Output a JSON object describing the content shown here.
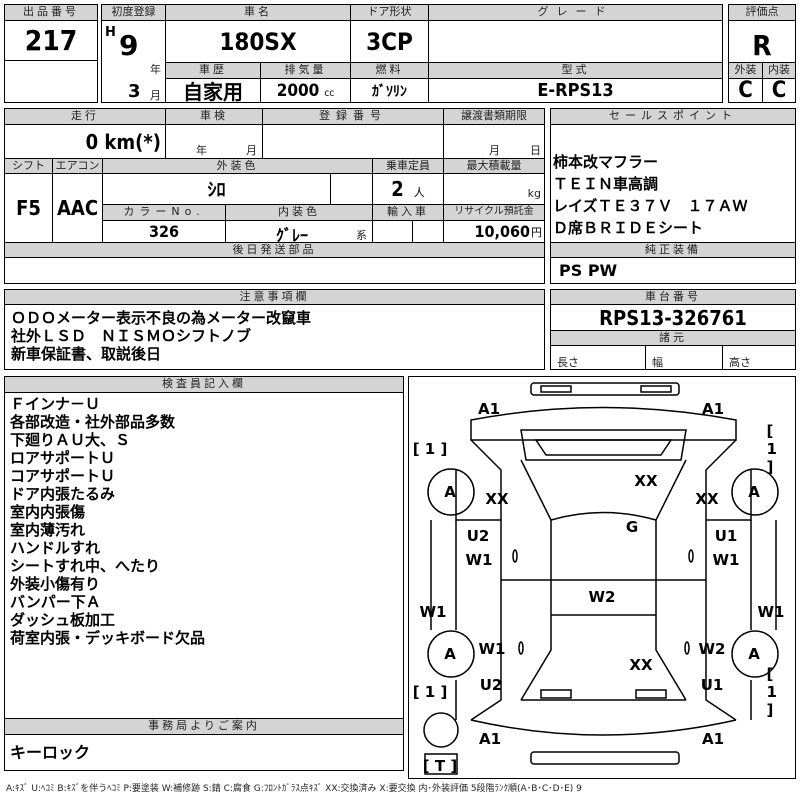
{
  "header": {
    "lot_label": "出品番号",
    "lot": "217",
    "first_reg_label": "初度登録",
    "era": "H",
    "year": "9",
    "year_unit": "年",
    "month": "3",
    "month_unit": "月",
    "car_name_label": "車名",
    "car_name": "180SX",
    "door_label": "ドア形状",
    "door": "3CP",
    "grade_label": "グレード",
    "grade": "",
    "history_label": "車歴",
    "history": "自家用",
    "displacement_label": "排気量",
    "displacement": "2000",
    "displacement_unit": "cc",
    "fuel_label": "燃料",
    "fuel": "ｶﾞｿﾘﾝ",
    "model_label": "型式",
    "model": "E-RPS13",
    "score_label": "評価点",
    "score": "R",
    "exterior_label": "外装",
    "exterior": "C",
    "interior_label": "内装",
    "interior": "C"
  },
  "details": {
    "mileage_label": "走行",
    "mileage": "0 km(*)",
    "inspection_label": "車検",
    "inspection_year_unit": "年",
    "inspection_month_unit": "月",
    "reg_no_label": "登録番号",
    "transfer_label": "譲渡書類期限",
    "transfer_month_unit": "月",
    "transfer_day_unit": "日",
    "shift_label": "シフト",
    "shift": "F5",
    "ac_label": "エアコン",
    "ac": "AAC",
    "ext_color_label": "外装色",
    "ext_color": "ｼﾛ",
    "capacity_label": "乗車定員",
    "capacity": "2",
    "capacity_unit": "人",
    "max_load_label": "最大積載量",
    "max_load_unit": "kg",
    "color_no_label": "カラーNo.",
    "color_no": "326",
    "int_color_label": "内装色",
    "int_color": "ｸﾞﾚｰ",
    "int_color_suffix": "系",
    "import_label": "輸入車",
    "recycle_label": "リサイクル預託金",
    "recycle": "10,060",
    "recycle_unit": "円",
    "later_parts_label": "後日発送部品"
  },
  "sales_points": {
    "label": "セールスポイント",
    "items": [
      "柿本改マフラー",
      "ＴＥＩＮ車高調",
      "レイズＴＥ３７Ｖ　１７ＡＷ",
      "Ｄ席ＢＲＩＤＥシート"
    ]
  },
  "equipment": {
    "label": "純正装備",
    "value": "PS PW"
  },
  "notes": {
    "label": "注意事項欄",
    "lines": [
      "ＯＤＯメーター表示不良の為メーター改竄車",
      "社外ＬＳＤ　ＮＩＳＭＯシフトノブ",
      "新車保証書、取説後日"
    ]
  },
  "chassis": {
    "label": "車台番号",
    "value": "RPS13-326761",
    "spec_label": "諸元",
    "length_label": "長さ",
    "width_label": "幅",
    "height_label": "高さ"
  },
  "inspector": {
    "label": "検査員記入欄",
    "lines": [
      "Ｆインナ－Ｕ",
      "各部改造・社外部品多数",
      "下廻りＡＵ大、Ｓ",
      "ロアサポートＵ",
      "コアサポートＵ",
      "ドア内張たるみ",
      "室内内張傷",
      "室内薄汚れ",
      "ハンドルすれ",
      "シートすれ中、へたり",
      "外装小傷有り",
      "バンパー下Ａ",
      "ダッシュ板加工",
      "荷室内張・デッキボード欠品"
    ]
  },
  "office": {
    "label": "事務局よりご案内",
    "value": "キーロック"
  },
  "diagram": {
    "labels": [
      "A1",
      "A1",
      "[ 1 ]",
      "[ 1 ]",
      "A",
      "A",
      "XX",
      "XX",
      "XX",
      "G",
      "U2",
      "U1",
      "W1",
      "W1",
      "W2",
      "W1",
      "W1",
      "A",
      "A",
      "W1",
      "W2",
      "XX",
      "[ 1 ]",
      "[ 1 ]",
      "U2",
      "U1",
      "A1",
      "A1",
      "[ T ]"
    ]
  },
  "legend": "A:ｷｽﾞ U:ﾍｺﾐ B:ｷｽﾞを伴うﾍｺﾐ P:要塗装 W:補修跡 S:錆 C:腐食 G:ﾌﾛﾝﾄｶﾞﾗｽ点ｷｽﾞ XX:交換済み X:要交換 内･外装評価 5段階ﾗﾝｸ順(A･B･C･D･E) 9"
}
